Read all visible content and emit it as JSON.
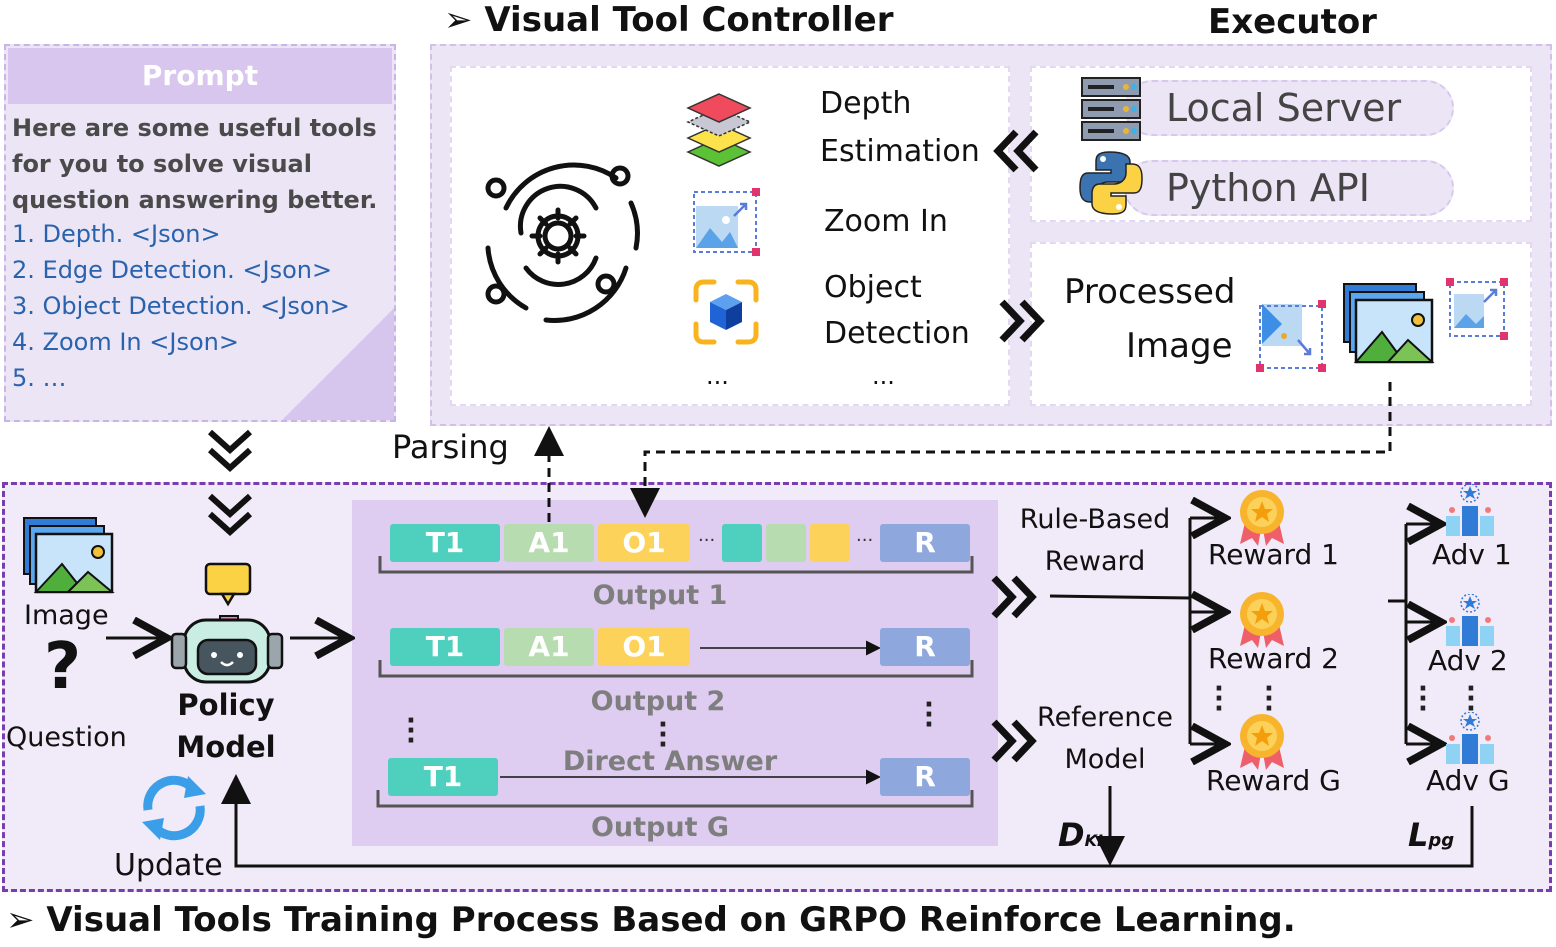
{
  "visual_tool_controller": {
    "title": "Visual Tool Controller",
    "title_marker": "➢"
  },
  "executor": {
    "title": "Executor",
    "local_server": "Local Server",
    "python_api": "Python API",
    "processed_image_line1": "Processed",
    "processed_image_line2": "Image"
  },
  "prompt": {
    "header": "Prompt",
    "intro": "Here are some useful tools for you to solve visual question answering better.",
    "items": [
      "1.  Depth. <Json>",
      "2.  Edge Detection. <Json>",
      "3.  Object Detection. <Json>",
      "4.  Zoom In <Json>",
      "5.  …"
    ]
  },
  "tools": {
    "depth_line1": "Depth",
    "depth_line2": "Estimation",
    "zoom": "Zoom In",
    "object_line1": "Object",
    "object_line2": "Detection",
    "more_icon": "...",
    "more_label": "..."
  },
  "parsing": "Parsing",
  "inputs": {
    "image": "Image",
    "question": "Question",
    "question_mark": "?"
  },
  "policy": {
    "line1": "Policy",
    "line2": "Model",
    "update": "Update"
  },
  "outputs": {
    "row1": {
      "tokens": [
        "T1",
        "A1",
        "O1"
      ],
      "final": "R",
      "dots": "···",
      "label": "Output 1"
    },
    "row2": {
      "tokens": [
        "T1",
        "A1",
        "O1"
      ],
      "final": "R",
      "label": "Output 2"
    },
    "row3": {
      "tokens": [
        "T1"
      ],
      "final": "R",
      "label": "Output G",
      "direct": "Direct Answer"
    }
  },
  "reward": {
    "rule_line1": "Rule-Based",
    "rule_line2": "Reward",
    "ref_line1": "Reference",
    "ref_line2": "Model",
    "dkl_main": "D",
    "dkl_sub": "KL",
    "items": [
      "Reward 1",
      "Reward 2",
      "Reward G"
    ]
  },
  "advantage": {
    "items": [
      "Adv 1",
      "Adv 2",
      "Adv G"
    ],
    "lpg_main": "L",
    "lpg_sub": "pg"
  },
  "footer": {
    "marker": "➢",
    "title": "Visual Tools Training Process Based on GRPO Reinforce Learning."
  },
  "colors": {
    "panel_lavender": "#ece5f6",
    "training_border": "#7a3db0",
    "token_teal": "#4fd0be",
    "token_green": "#b7dcaf",
    "token_yellow": "#fcd25a",
    "token_blue": "#8ea7dc",
    "tool_item_blue": "#2a63ad"
  },
  "icons": [
    "gear-orbit-icon",
    "layers-icon",
    "zoom-frame-icon",
    "cube-detect-icon",
    "server-icon",
    "python-icon",
    "image-stack-icon",
    "robot-icon",
    "refresh-icon",
    "medal-icon",
    "podium-icon",
    "chevron-double-icon"
  ]
}
